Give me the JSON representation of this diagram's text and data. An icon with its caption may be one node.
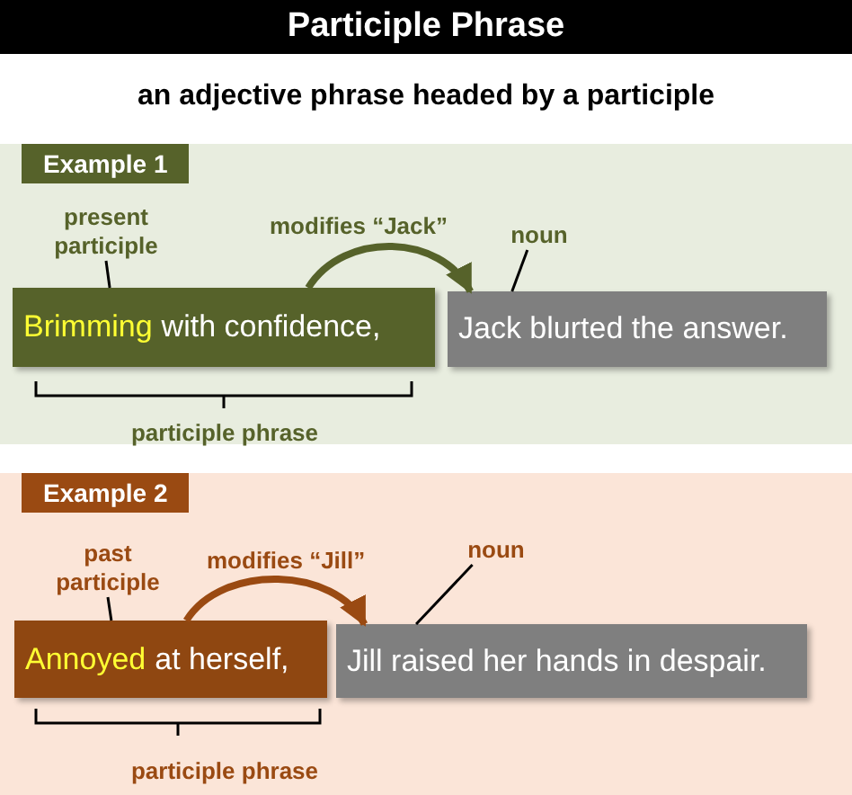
{
  "diagram": {
    "title": "Participle Phrase",
    "nodes": [
      {
        "text": [
          "Example 1"
        ]
      },
      {
        "text": [
          "present participle"
        ],
        "in": 0
      },
      {
        "text": [
          "Brimming",
          "with confidence,"
        ],
        "in": 0
      },
      {
        "text": [
          "Jack blurted the answer."
        ],
        "in": 0
      },
      {
        "text": [
          "noun"
        ],
        "in": 0
      },
      {
        "text": [
          "Example 2"
        ]
      },
      {
        "text": [
          "past participle"
        ],
        "in": 5
      },
      {
        "text": [
          "Annoyed",
          "at herself,"
        ],
        "in": 5
      },
      {
        "text": [
          "Jill raised her hands in despair."
        ],
        "in": 5
      },
      {
        "text": [
          "noun"
        ],
        "in": 5
      }
    ],
    "edges": [
      {
        "from": 1,
        "to": 2,
        "arrow": "none"
      },
      {
        "from": 2,
        "to": 3,
        "arrow": "to",
        "label": "modifies “Jack”",
        "style": "thick",
        "color": "#56622a"
      },
      {
        "from": 4,
        "to": 3,
        "arrow": "none"
      },
      {
        "from": 6,
        "to": 7,
        "arrow": "none"
      },
      {
        "from": 7,
        "to": 8,
        "arrow": "to",
        "label": "modifies “Jill”",
        "style": "thick",
        "color": "#9a4a12"
      },
      {
        "from": 9,
        "to": 8,
        "arrow": "none"
      }
    ],
    "labels": [
      "an adjective phrase headed by a participle",
      "participle phrase",
      "participle phrase"
    ]
  }
}
